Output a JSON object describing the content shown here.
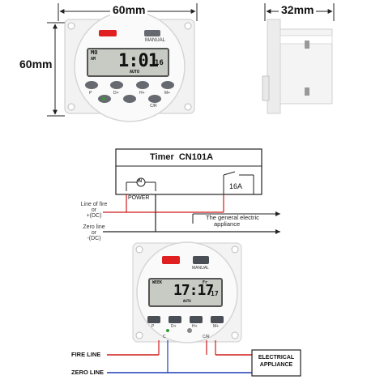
{
  "dimensions": {
    "width": "60mm",
    "depth": "32mm",
    "height": "60mm"
  },
  "top_timer": {
    "manual_label": "MANUAL",
    "day": "MO",
    "ampm": "AM",
    "time": "1:01",
    "seconds": "16",
    "status": "AUTO",
    "button_labels": [
      "P",
      "D+",
      "H+",
      "M+",
      "C/R"
    ]
  },
  "wiring": {
    "box_title": "Timer  CN101A",
    "coil_label": "IN",
    "power_label": "POWER",
    "relay_label": "16A",
    "line_fire": [
      "Line of fire",
      "or",
      "+(DC)"
    ],
    "line_zero": [
      "Zero line",
      "or",
      "-(DC)"
    ],
    "load_label": [
      "The general electric",
      "appliance"
    ]
  },
  "bottom_timer": {
    "manual_label": "MANUAL",
    "week_label": "WEEK",
    "day": "Fr",
    "time": "17:17",
    "seconds": "17",
    "status": "AUTO",
    "button_labels": [
      "P",
      "D+",
      "H+",
      "M+"
    ],
    "terminal_labels": [
      "C",
      "C/R"
    ],
    "fire_line": "FIRE LINE",
    "zero_line": "ZERO LINE",
    "appliance": [
      "ELECTRICAL",
      "APPLIANCE"
    ]
  },
  "colors": {
    "fire_wire": "#d11a1a",
    "zero_wire": "#1e3fb8",
    "dim_line": "#222222"
  }
}
